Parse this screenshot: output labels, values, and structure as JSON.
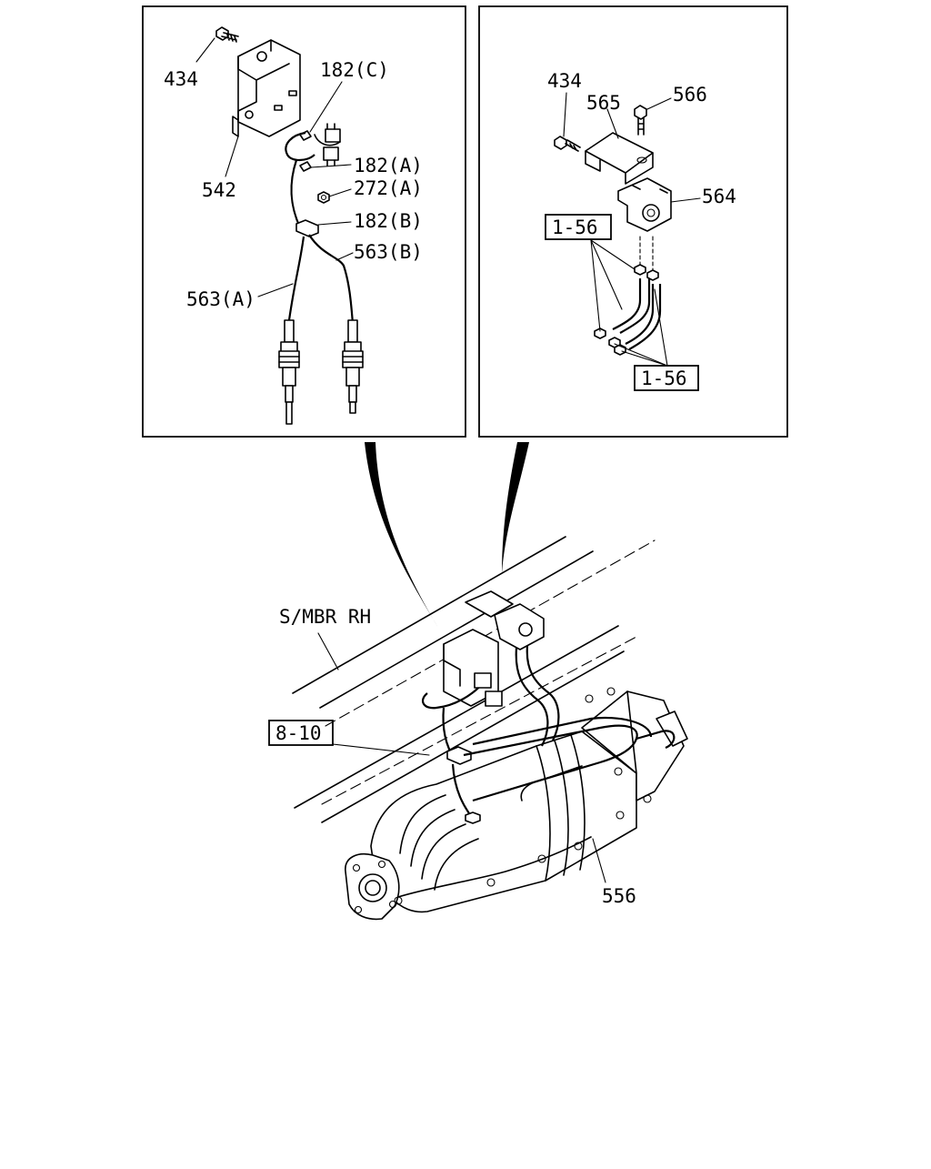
{
  "diagram": {
    "left_inset": {
      "callouts": {
        "p434": "434",
        "p182c": "182(C)",
        "p542": "542",
        "p182a": "182(A)",
        "p272a": "272(A)",
        "p182b": "182(B)",
        "p563b": "563(B)",
        "p563a": "563(A)"
      }
    },
    "right_inset": {
      "callouts": {
        "p434": "434",
        "p565": "565",
        "p566": "566",
        "p564": "564",
        "ref_top": "1-56",
        "ref_bottom": "1-56"
      }
    },
    "main_view": {
      "frame_label": "S/MBR RH",
      "ref_label": "8-10",
      "part_556": "556"
    }
  }
}
